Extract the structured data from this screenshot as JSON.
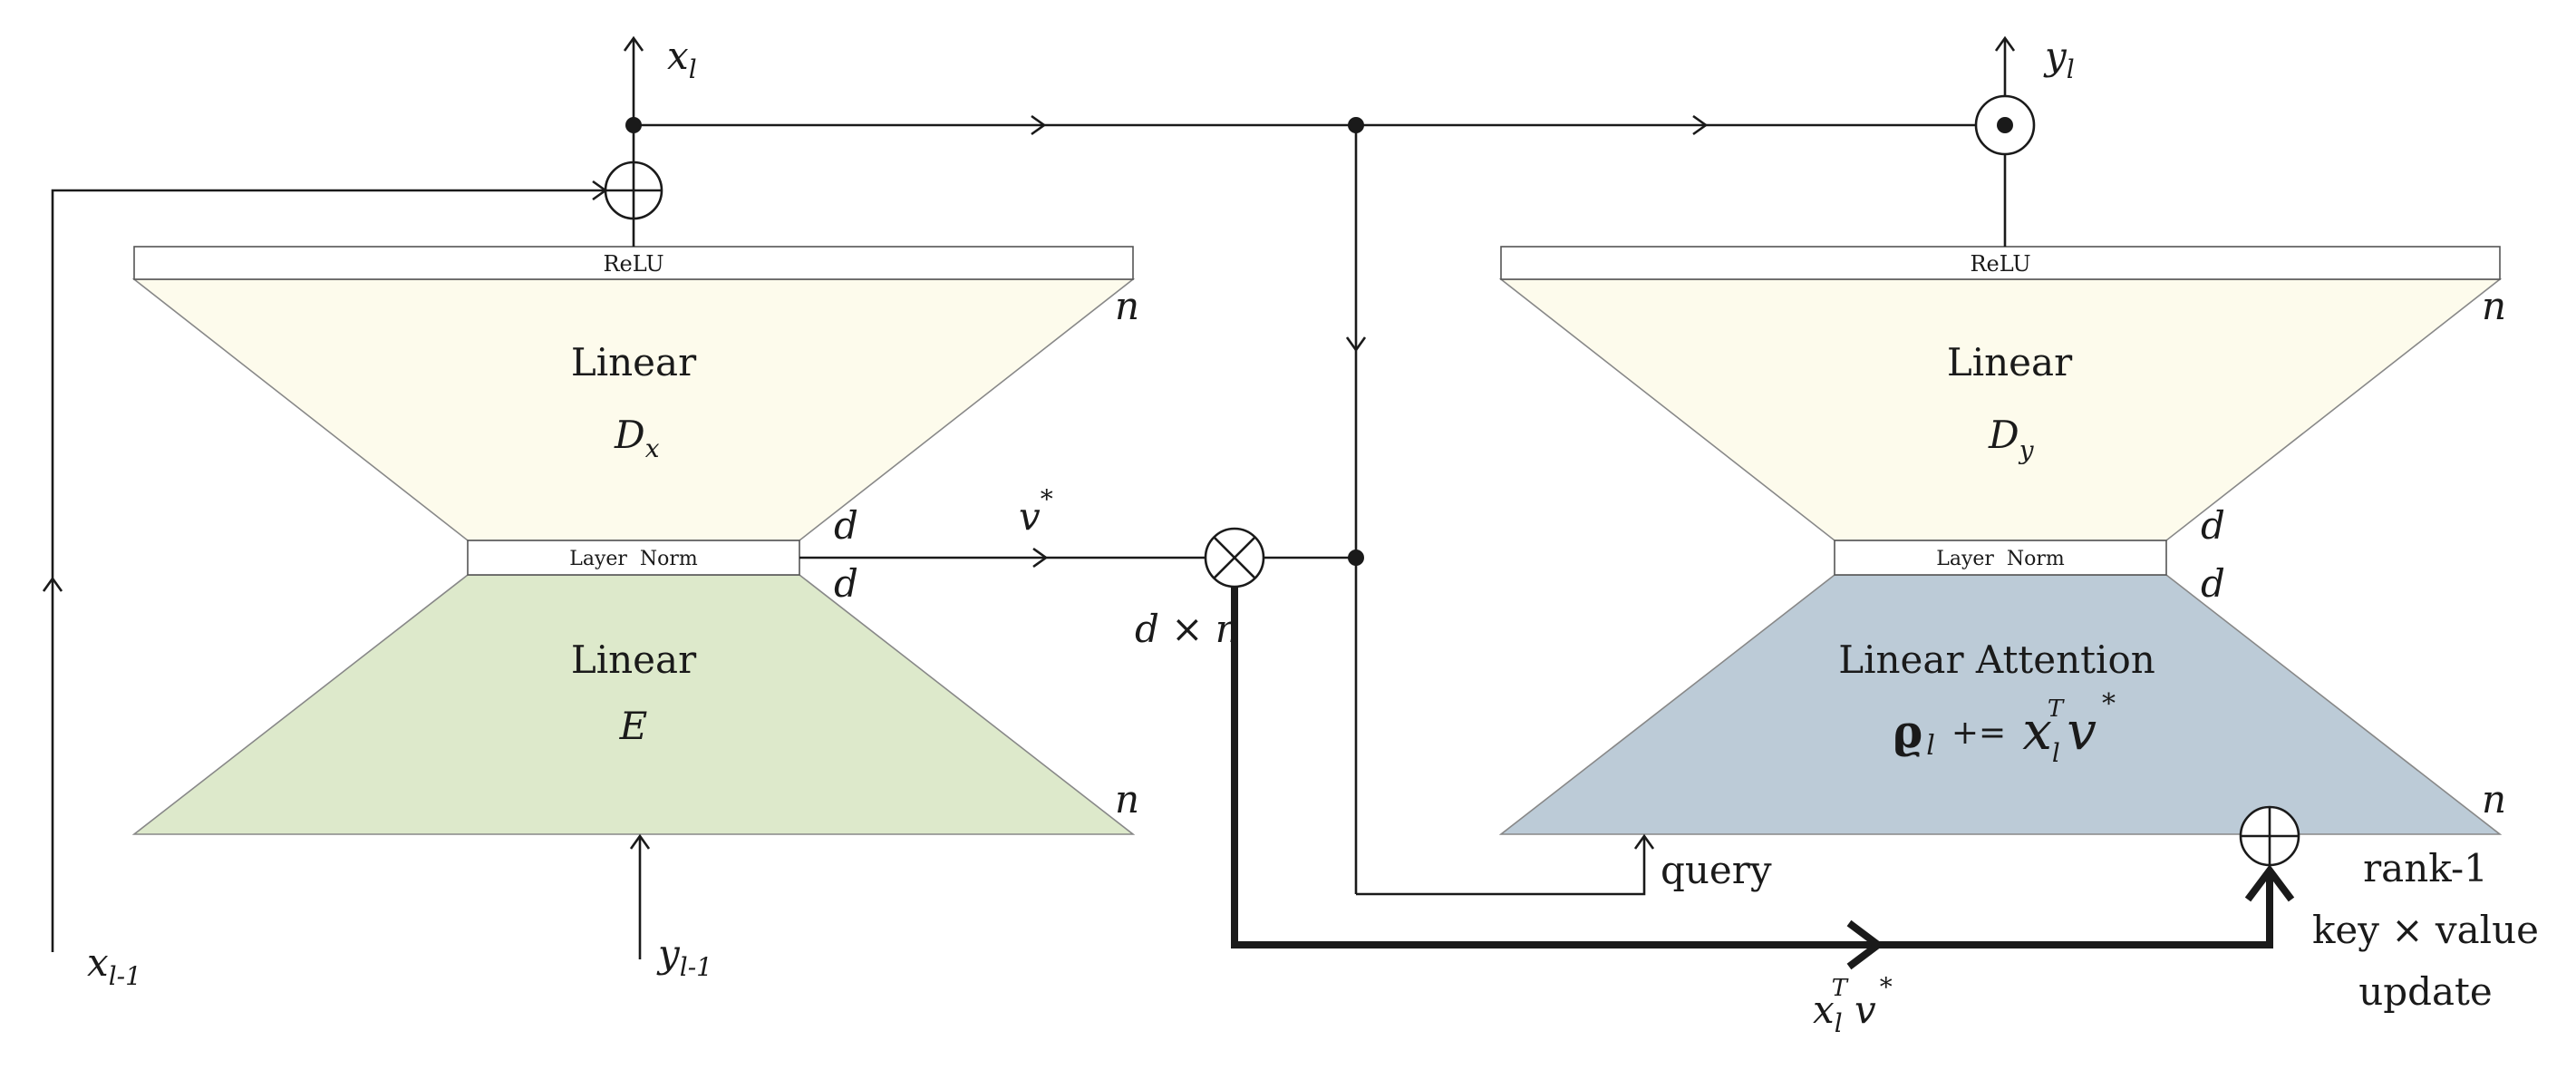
{
  "colors": {
    "decoder_fill": "#fdfbec",
    "encoder_fill": "#dde9cb",
    "attention_fill": "#bccbd7",
    "line": "#1a1a1a"
  },
  "left": {
    "relu": "ReLU",
    "layer_norm": "Layer  Norm",
    "decoder_title": "Linear",
    "decoder_symbol": "D",
    "decoder_sub": "x",
    "encoder_title": "Linear",
    "encoder_symbol": "E",
    "dim_n_top": "n",
    "dim_d_top": "d",
    "dim_d_bottom": "d",
    "dim_n_bottom": "n"
  },
  "right": {
    "relu": "ReLU",
    "layer_norm": "Layer  Norm",
    "decoder_title": "Linear",
    "decoder_symbol": "D",
    "decoder_sub": "y",
    "attention_title": "Linear Attention",
    "rho": "ϱ",
    "rho_sub": "l",
    "update_op": "+=",
    "x_sym": "x",
    "x_sub": "l",
    "x_sup": "T",
    "v_sym": "v",
    "v_sup": "*",
    "dim_n_top": "n",
    "dim_d_top": "d",
    "dim_d_bottom": "d",
    "dim_n_bottom": "n"
  },
  "signals": {
    "x_out": "x",
    "x_out_sub": "l",
    "y_out": "y",
    "y_out_sub": "l",
    "x_in": "x",
    "x_in_sub": "l-1",
    "y_in": "y",
    "y_in_sub": "l-1",
    "v_star": "v",
    "v_star_sup": "*",
    "outer_product": "d × n",
    "query": "query",
    "xv_x": "x",
    "xv_sub": "l",
    "xv_sup": "T",
    "xv_v": "v",
    "xv_vsup": "*"
  },
  "rank_note": {
    "line1": "rank-1",
    "line2": "key × value",
    "line3": "update"
  }
}
